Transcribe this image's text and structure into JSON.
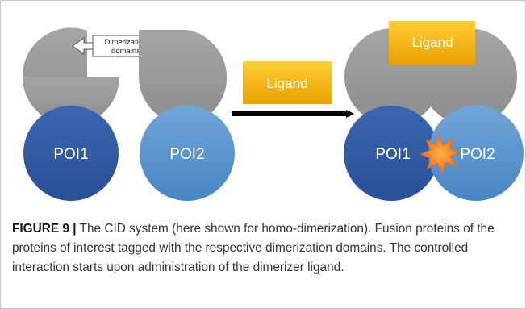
{
  "figure": {
    "diagram": {
      "dimerization_label_line1": "Dimerization",
      "dimerization_label_line2": "domains",
      "ligand_label": "Ligand",
      "ligand_bound_label": "Ligand",
      "poi1_label": "POI1",
      "poi2_label": "POI2",
      "poi1_bound_label": "POI1",
      "poi2_bound_label": "POI2"
    },
    "caption": {
      "label": "FIGURE 9 |",
      "text": " The CID system (here shown for homo-dimerization). Fusion proteins of the proteins of interest tagged with the respective dimerization domains. The controlled interaction starts upon administration of the dimerizer ligand."
    }
  }
}
